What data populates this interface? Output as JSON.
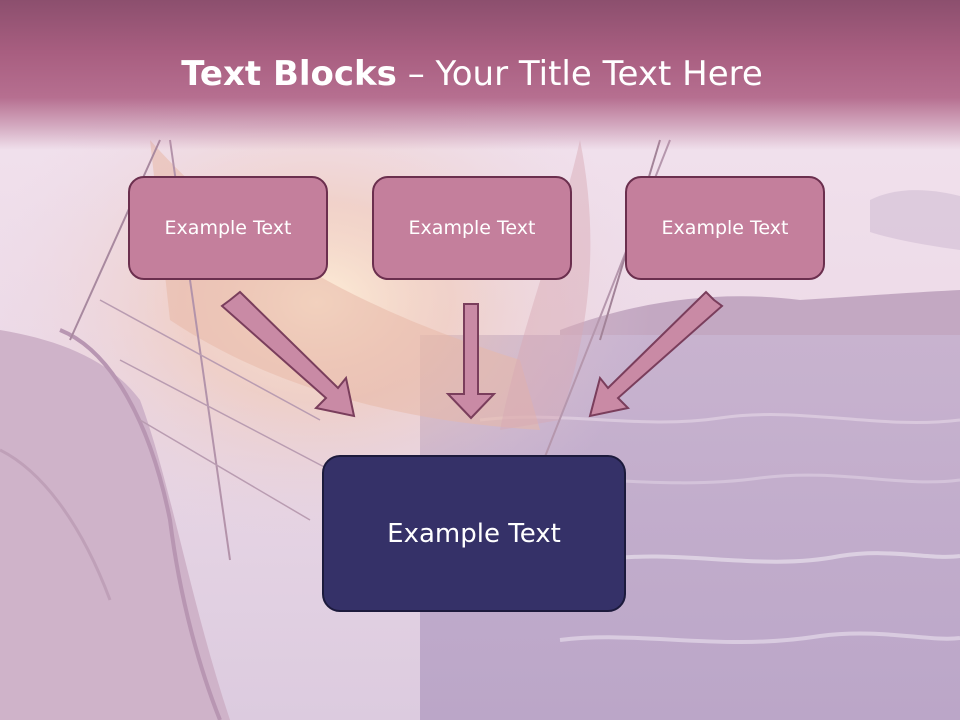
{
  "slide": {
    "title_bold": "Text Blocks",
    "title_rest": " – Your Title Text Here"
  },
  "blocks": [
    {
      "label": "Example Text"
    },
    {
      "label": "Example Text"
    },
    {
      "label": "Example Text"
    }
  ],
  "main_block": {
    "label": "Example Text"
  },
  "colors": {
    "header": "#a85e80",
    "block_fill": "#c47f9c",
    "block_border": "#6b2f4e",
    "arrow_fill": "#c98aa5",
    "main_fill": "#353168"
  },
  "background_image": "sailboat-sunset-photo"
}
